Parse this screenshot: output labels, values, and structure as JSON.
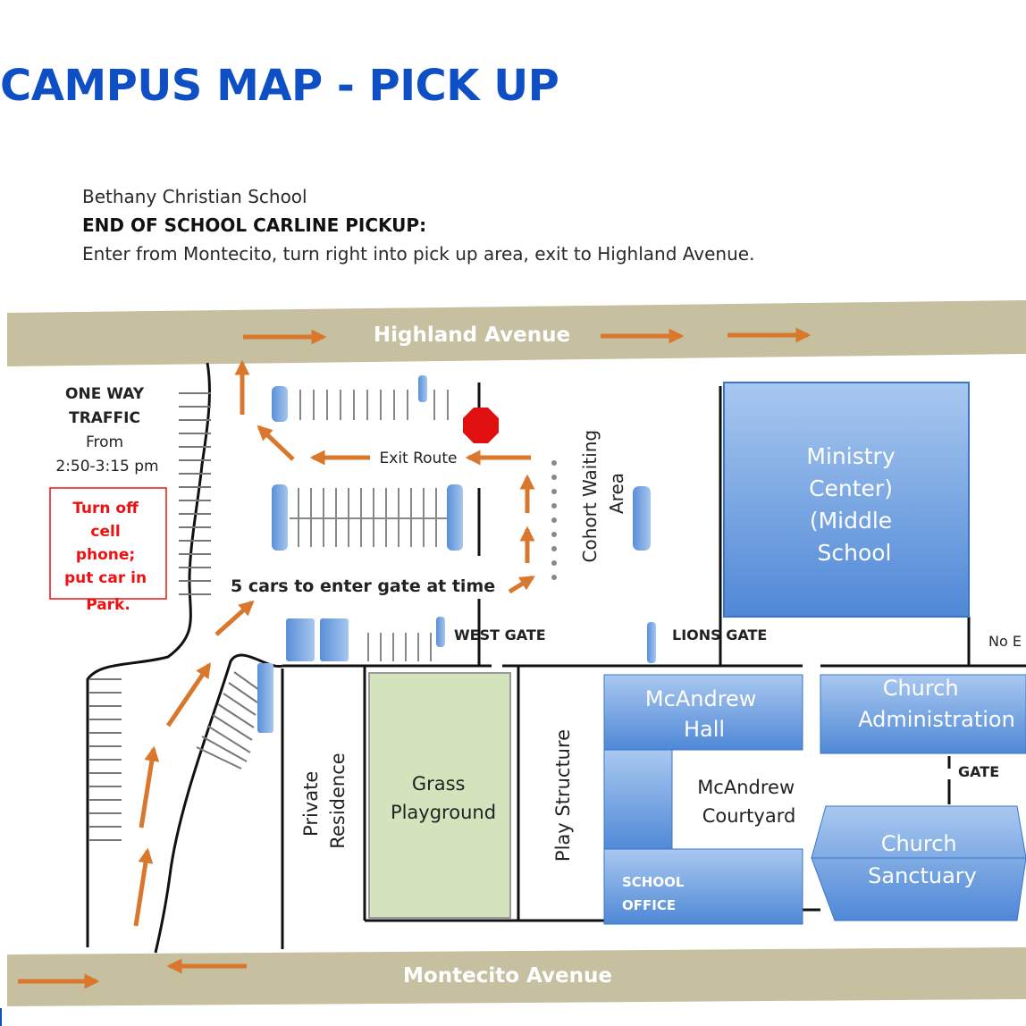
{
  "page": {
    "title": "CAMPUS MAP - PICK UP"
  },
  "intro": {
    "school": "Bethany Christian School",
    "heading": "END OF SCHOOL CARLINE PICKUP",
    "heading_suffix": ":",
    "instructions": "Enter from Montecito, turn right into pick up area, exit to Highland Avenue."
  },
  "map": {
    "streets": {
      "north": "Highland Avenue",
      "south": "Montecito Avenue"
    },
    "traffic_note": [
      "ONE WAY",
      "TRAFFIC",
      "From",
      "2:50-3:15 pm"
    ],
    "warning": [
      "Turn off",
      "cell",
      "phone;",
      "put car in",
      "Park."
    ],
    "exit_route": "Exit Route",
    "cohort_area": [
      "Cohort Waiting",
      "Area"
    ],
    "gate_rule": "5 cars to enter gate at time",
    "gates": {
      "west": "WEST GATE",
      "lions": "LIONS GATE",
      "church": "GATE",
      "east_partial": "No E"
    },
    "buildings": {
      "ministry": [
        "Ministry",
        "Center)",
        "(Middle",
        "School"
      ],
      "mcandrew_hall": [
        "McAndrew",
        "Hall"
      ],
      "church_admin": [
        "Church",
        "Administration"
      ],
      "church_sanctuary": [
        "Church",
        "Sanctuary"
      ],
      "school_office": [
        "SCHOOL",
        "OFFICE"
      ]
    },
    "areas": {
      "courtyard": [
        "McAndrew",
        "Courtyard"
      ],
      "grass": [
        "Grass",
        "Playground"
      ],
      "play": "Play Structure",
      "residence": [
        "Private",
        "Residence"
      ]
    },
    "colors": {
      "title": "#0f4fc6",
      "street": "#c6c0a0",
      "arrow": "#d9782d",
      "building": "#5d95de",
      "grass": "#d3e4bd",
      "stop_sign": "#e01010",
      "warning": "#ee1111"
    }
  }
}
